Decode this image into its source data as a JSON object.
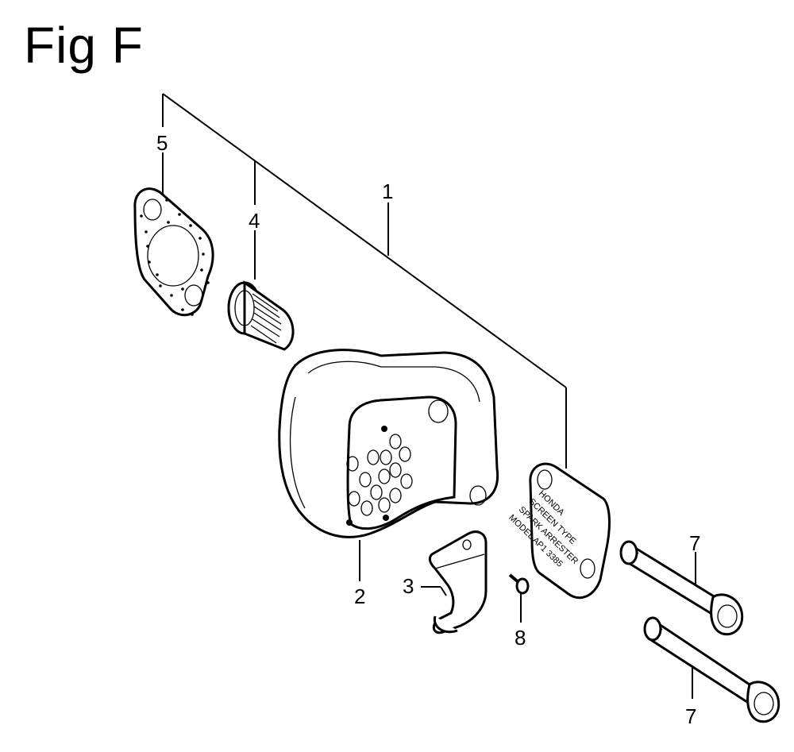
{
  "figure": {
    "title": "Fig F"
  },
  "callouts": {
    "c1": "1",
    "c2": "2",
    "c3": "3",
    "c4": "4",
    "c5": "5",
    "c7a": "7",
    "c7b": "7",
    "c8": "8"
  },
  "plate_text": {
    "line1": "HONDA",
    "line2": "SCREEN TYPE",
    "line3": "SPARK ARRESTER",
    "line4": "MODEL AP1 3385"
  }
}
